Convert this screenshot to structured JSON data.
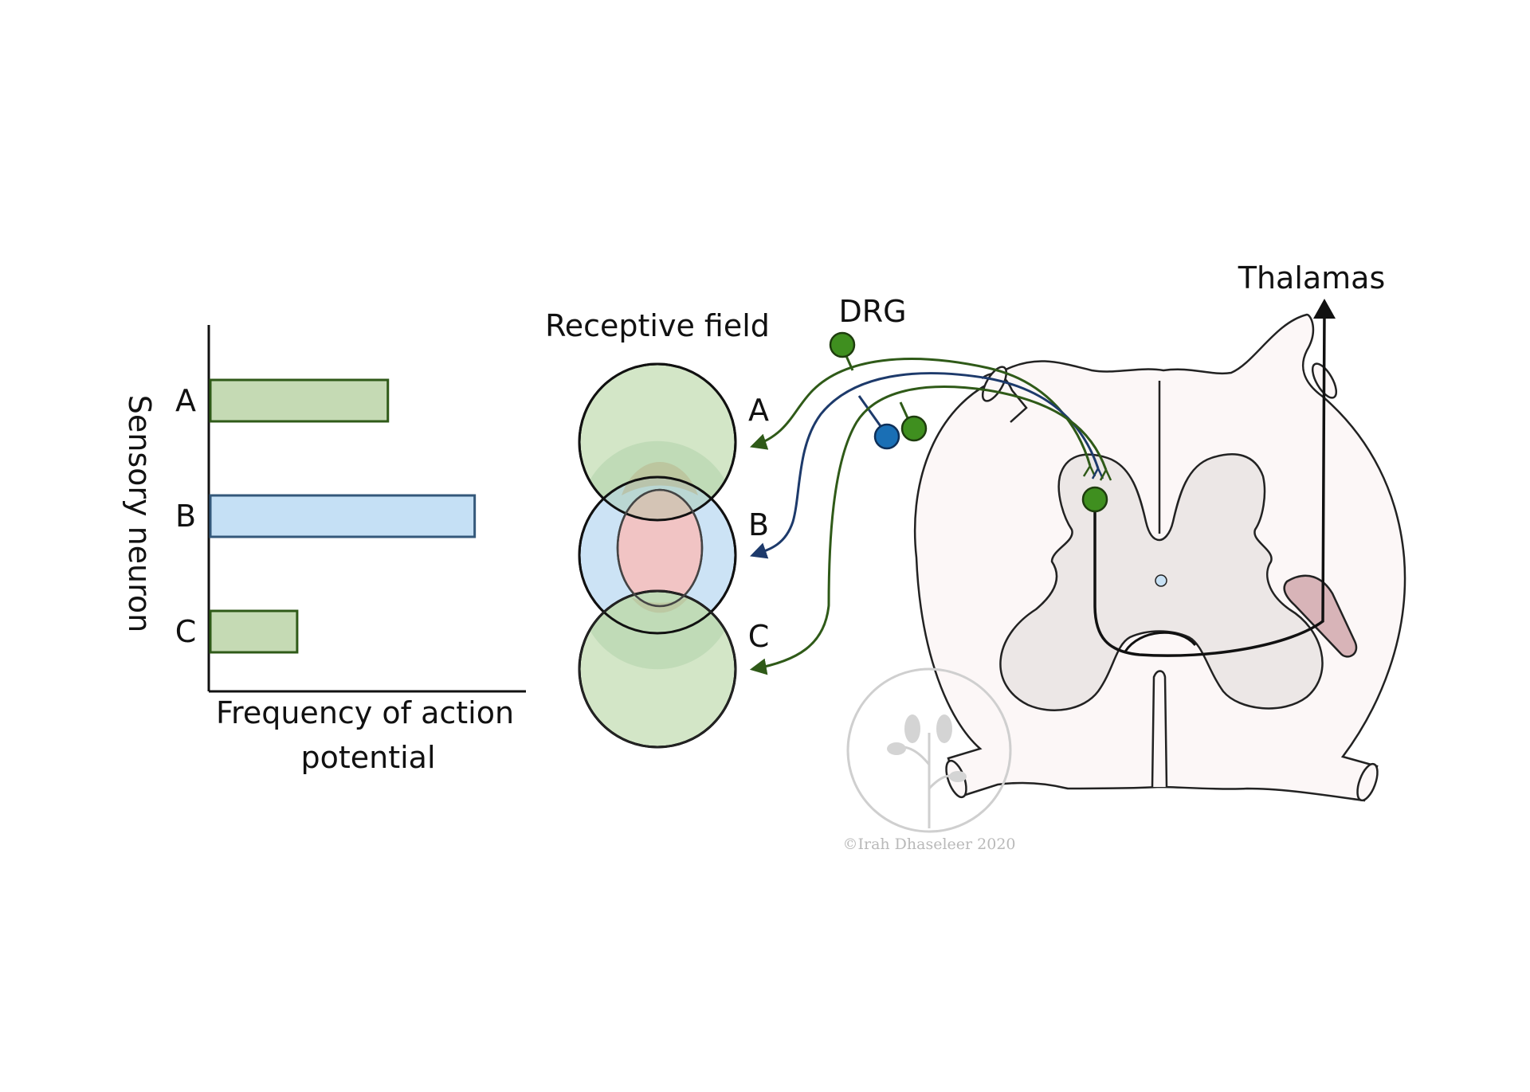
{
  "chart": {
    "ylabel": "Sensory neuron",
    "xlabel_line1": "Frequency of action",
    "xlabel_line2": "potential"
  },
  "chart_data": {
    "type": "bar",
    "orientation": "horizontal",
    "categories": [
      "A",
      "B",
      "C"
    ],
    "values": [
      45,
      67,
      22
    ],
    "xlim": [
      0,
      80
    ],
    "xlabel": "Frequency of action potential",
    "ylabel": "Sensory neuron",
    "grid": false,
    "colors": {
      "A": {
        "fill": "#c5dab4",
        "stroke": "#2f5a18"
      },
      "B": {
        "fill": "#c5e0f5",
        "stroke": "#34587a"
      },
      "C": {
        "fill": "#c5dab4",
        "stroke": "#2f5a18"
      }
    }
  },
  "receptive": {
    "title": "Receptive field",
    "labels": [
      "A",
      "B",
      "C"
    ]
  },
  "drg_label": "DRG",
  "thalamas_label": "Thalamas",
  "watermark": "©Irah Dhaseleer 2020",
  "colors": {
    "green_dark": "#2f5a18",
    "green_cell": "#3f8f1f",
    "blue_dark": "#1d3a6b",
    "blue_cell": "#1a6fb5",
    "field_green": "#d3e6c7",
    "field_blue": "#c8e1f4",
    "field_red": "#f1c4c4",
    "cord_white": "#fcf7f7",
    "cord_grey": "#ece7e6",
    "tract": "#d8b4b8"
  }
}
